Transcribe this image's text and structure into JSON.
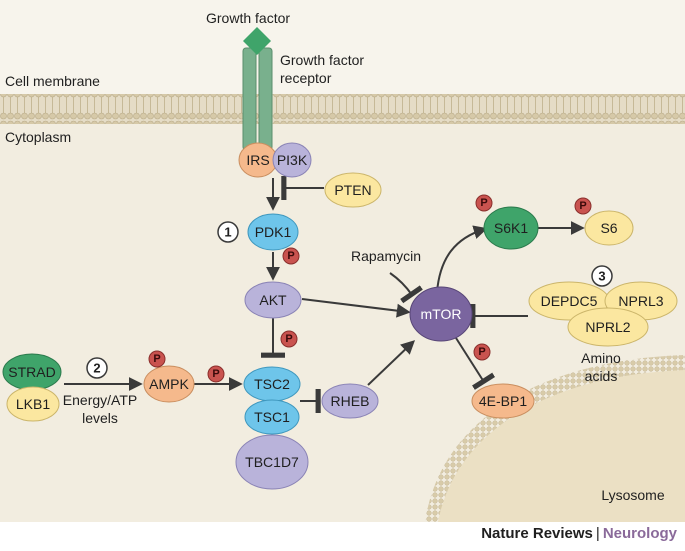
{
  "labels": {
    "growth_factor": "Growth factor",
    "receptor_line1": "Growth factor",
    "receptor_line2": "receptor",
    "cell_membrane": "Cell membrane",
    "cytoplasm": "Cytoplasm",
    "rapamycin": "Rapamycin",
    "energy_line1": "Energy/ATP",
    "energy_line2": "levels",
    "amino_line1": "Amino",
    "amino_line2": "acids",
    "lysosome": "Lysosome"
  },
  "nodes": {
    "irs": "IRS",
    "pi3k": "PI3K",
    "pten": "PTEN",
    "pdk1": "PDK1",
    "akt": "AKT",
    "mtor": "mTOR",
    "s6k1": "S6K1",
    "s6": "S6",
    "depdc5": "DEPDC5",
    "nprl3": "NPRL3",
    "nprl2": "NPRL2",
    "strad": "STRAD",
    "lkb1": "LKB1",
    "ampk": "AMPK",
    "tsc2": "TSC2",
    "tsc1": "TSC1",
    "tbc1d7": "TBC1D7",
    "rheb": "RHEB",
    "eif4ebp1": "4E-BP1"
  },
  "phospho": "P",
  "steps": [
    "1",
    "2",
    "3"
  ],
  "footer": {
    "journal": "Nature Reviews",
    "separator": "|",
    "section": "Neurology"
  },
  "colors": {
    "orange": "#f5b98c",
    "purple": "#b9b3da",
    "blue": "#6ec5ea",
    "green": "#3fa46a",
    "yellow": "#fbe7a0",
    "dark_purple": "#7a659f",
    "phospho": "#c9534f",
    "membrane": "#d9cfb8",
    "cytoplasm": "#f2ede0",
    "lysosome": "#ebe0c4",
    "receptor": "#79b08d"
  }
}
